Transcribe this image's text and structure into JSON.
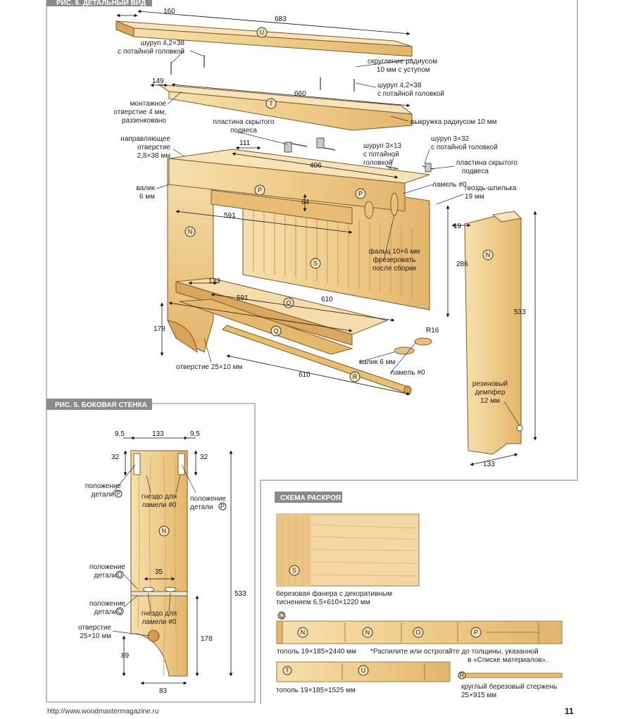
{
  "fig6": {
    "header": "РИС. 6. ДЕТАЛЬНЫЙ ВИД",
    "labels": {
      "screw_top": [
        "шуруп 4,2×38",
        "с потайной головкой"
      ],
      "round_edge": [
        "скругление радиусом",
        "10 мм с уступом"
      ],
      "screw_mid": [
        "шуруп 4,2×38",
        "с потайной головкой"
      ],
      "mount_hole": [
        "монтажное",
        "отверстие 4 мм,",
        "раззенковано"
      ],
      "hidden_plate_left": [
        "пластина скрытого",
        "подвеса"
      ],
      "cove": "выкружка радиусом 10 мм",
      "pilot_hole": [
        "направляющее",
        "отверстие",
        "2,8×38 мм"
      ],
      "screw_3x13": [
        "шуруп 3×13",
        "с потайной",
        "головкой"
      ],
      "screw_3x32": [
        "шуруп 3×32",
        "с потайной головкой"
      ],
      "hidden_plate_right": [
        "пластина скрытого",
        "подвеса"
      ],
      "dowel_left": [
        "валик",
        "6 мм"
      ],
      "lamella_top": "ламель #0",
      "nail": [
        "гвоздь-шпилька",
        "19 мм"
      ],
      "rabbet": [
        "фальц 10×6 мм",
        "фрезеровать",
        "после сборки"
      ],
      "dowel_bottom": "валик 6 мм",
      "lamella_bottom": "ламель #0",
      "hole_side": "отверстие 25×10 мм",
      "damper": [
        "резиновый",
        "демпфер",
        "12 мм"
      ]
    },
    "dims": {
      "d160": "160",
      "d683": "683",
      "d149": "149",
      "d660": "660",
      "d111": "111",
      "d406": "406",
      "d64": "64",
      "d591a": "591",
      "d19": "19",
      "d286": "286",
      "d133a": "133",
      "d591b": "591",
      "d610a": "610",
      "d178": "178",
      "d610b": "610",
      "d16": "R16",
      "d533": "533",
      "d133b": "133"
    },
    "parts": [
      "U",
      "T",
      "P",
      "P",
      "N",
      "S",
      "O",
      "Q",
      "R",
      "N"
    ]
  },
  "fig5": {
    "header": "РИС. 5. БОКОВАЯ СТЕНКА",
    "labels": {
      "pos_p_left": [
        "положение",
        "детали"
      ],
      "pos_p_right": [
        "положение",
        "детали"
      ],
      "socket_top": [
        "гнездо для",
        "ламели #0"
      ],
      "pos_q": [
        "положение",
        "детали"
      ],
      "pos_o": [
        "положение",
        "детали"
      ],
      "socket_bottom": [
        "гнездо для",
        "ламели #0"
      ],
      "hole": [
        "отверстие",
        "25×10 мм"
      ]
    },
    "dims": {
      "d95a": "9,5",
      "d133": "133",
      "d95b": "9,5",
      "d32a": "32",
      "d32b": "32",
      "d35": "35",
      "d533": "533",
      "d178": "178",
      "d89": "89",
      "d83": "83"
    }
  },
  "cutting": {
    "header": "СХЕМА РАСКРОЯ",
    "plywood": [
      "березовая фанера с декоративным",
      "тиснением 6,5×610×1220 мм"
    ],
    "poplar1": "тополь 19×185×2440 мм",
    "note": [
      "*Распилите или острогайте до толщины, указанной",
      "в «Списке материалов»."
    ],
    "poplar2": "тополь 19×185×1525 мм",
    "rod": [
      "круглый березовый стержень",
      "25×915 мм"
    ]
  },
  "footer": {
    "url": "http://www.woodmastermagazine.ru",
    "page": "11"
  },
  "colors": {
    "wood_light": "#f3d9a2",
    "wood_mid": "#e8bd72",
    "wood_dark": "#c99248",
    "header_bg": "#8a8a8a",
    "frame": "#b9b9b9"
  }
}
